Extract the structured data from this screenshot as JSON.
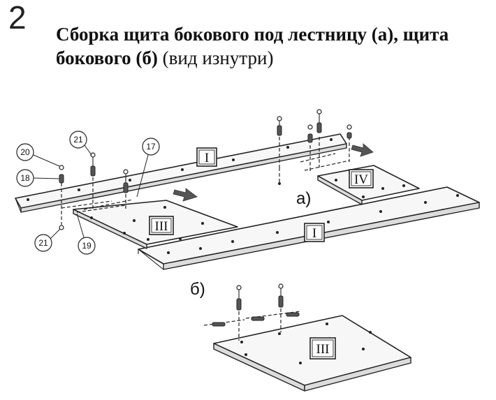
{
  "step": {
    "number": "2"
  },
  "title": {
    "bold": "Сборка щита бокового под лестницу (а), щита бокового (б)",
    "normal": "(вид изнутри)"
  },
  "labels": {
    "panel_I_top": "I",
    "panel_I_bottom": "I",
    "panel_III_a": "III",
    "panel_IV": "IV",
    "panel_III_b": "III",
    "sub_a": "а)",
    "sub_b": "б)"
  },
  "callouts": {
    "c20": "20",
    "c18": "18",
    "c21_top": "21",
    "c17": "17",
    "c21_bottom": "21",
    "c19": "19"
  },
  "colors": {
    "line": "#222222",
    "arrow": "#555555",
    "board": "#f7f7f7"
  }
}
